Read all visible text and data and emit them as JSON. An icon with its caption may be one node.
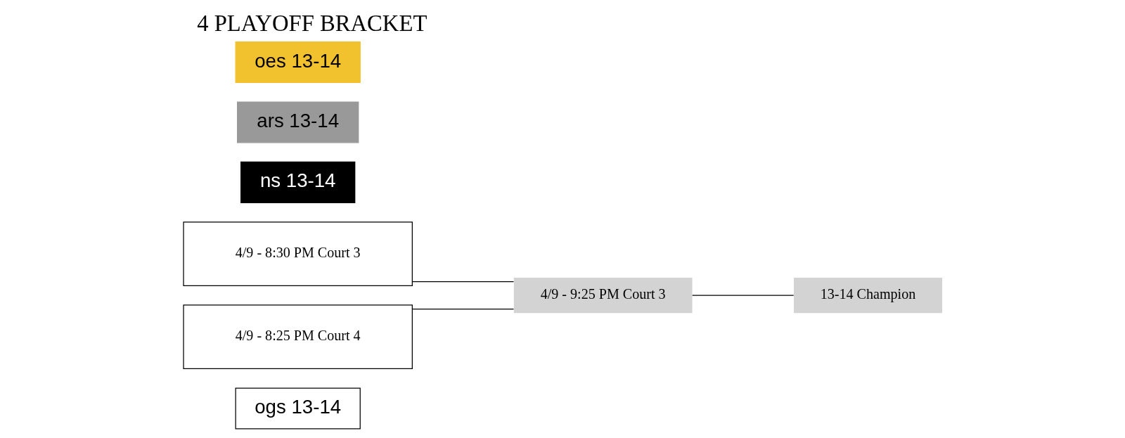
{
  "diagram": {
    "title": "4 PLAYOFF BRACKET",
    "nodes": [
      {
        "text": [
          "ogs 13-14"
        ]
      },
      {
        "text": [
          "4/9 - 8:30 PM Court 3"
        ]
      },
      {
        "text": [
          "ns 13-14"
        ]
      },
      {
        "text": [
          "ars 13-14"
        ]
      },
      {
        "text": [
          "4/9 - 8:25 PM Court 4"
        ]
      },
      {
        "text": [
          "oes 13-14"
        ]
      },
      {
        "text": [
          "4/9 - 9:25 PM Court 3"
        ]
      },
      {
        "text": [
          "13-14 Champion"
        ]
      }
    ],
    "edges": [
      {
        "from": 1,
        "to": 6,
        "arrow": "none"
      },
      {
        "from": 4,
        "to": 6,
        "arrow": "none"
      },
      {
        "from": 6,
        "to": 7,
        "arrow": "none"
      }
    ]
  }
}
